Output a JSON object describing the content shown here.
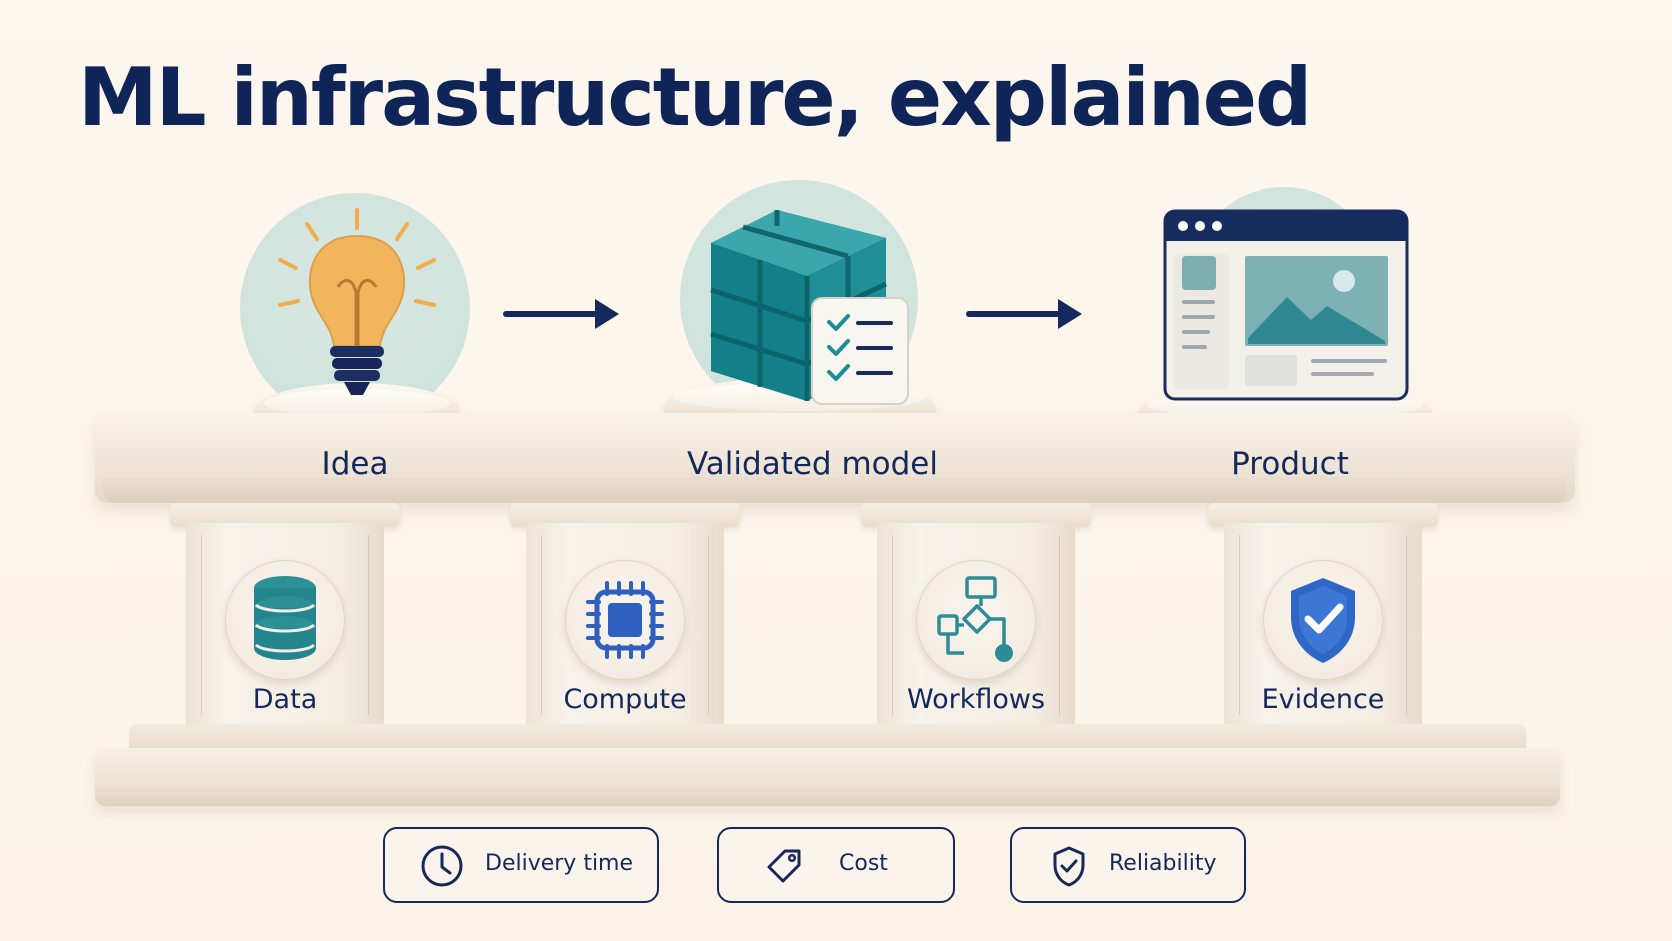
{
  "header": {
    "title": "ML infrastructure, explained"
  },
  "flow": [
    {
      "label": "Idea",
      "icon": "lightbulb-icon"
    },
    {
      "label": "Validated model",
      "icon": "model-cube-checklist-icon"
    },
    {
      "label": "Product",
      "icon": "application-window-icon"
    }
  ],
  "pillars": [
    {
      "label": "Data",
      "icon": "database-icon"
    },
    {
      "label": "Compute",
      "icon": "chip-icon"
    },
    {
      "label": "Workflows",
      "icon": "workflow-icon"
    },
    {
      "label": "Evidence",
      "icon": "shield-check-icon"
    }
  ],
  "metrics": [
    {
      "label": "Delivery time",
      "icon": "clock-icon"
    },
    {
      "label": "Cost",
      "icon": "price-tag-icon"
    },
    {
      "label": "Reliability",
      "icon": "shield-check-outline-icon"
    }
  ],
  "colors": {
    "navy": "#14285B",
    "teal": "#2D8E96",
    "bulb": "#F1B55D",
    "blue_shield": "#2F67C8",
    "background": "#FBF5EC"
  }
}
